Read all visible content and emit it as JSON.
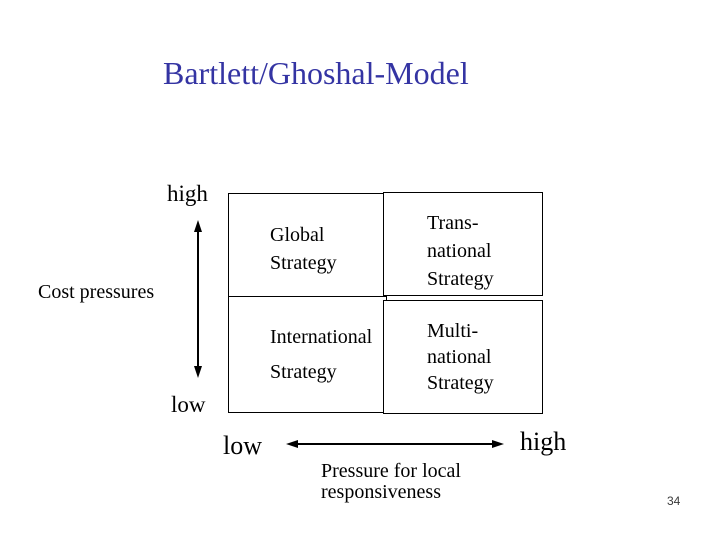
{
  "slide": {
    "title": "Bartlett/Ghoshal-Model",
    "title_color": "#3434A3",
    "background_color": "#FFFFFF",
    "text_color": "#000000",
    "page_number": "34"
  },
  "y_axis": {
    "title": "Cost pressures",
    "high_label": "high",
    "low_label": "low"
  },
  "x_axis": {
    "title_line1": "Pressure for local",
    "title_line2": "responsiveness",
    "low_label": "low",
    "high_label": "high"
  },
  "matrix": {
    "quadrants": [
      {
        "position": "top-left",
        "lines": [
          "Global",
          "Strategy",
          ""
        ]
      },
      {
        "position": "top-right",
        "lines": [
          "Trans-",
          "national",
          "Strategy"
        ]
      },
      {
        "position": "bottom-left",
        "lines": [
          "International",
          "Strategy",
          ""
        ]
      },
      {
        "position": "bottom-right",
        "lines": [
          "Multi-",
          "national",
          "Strategy"
        ]
      }
    ]
  }
}
